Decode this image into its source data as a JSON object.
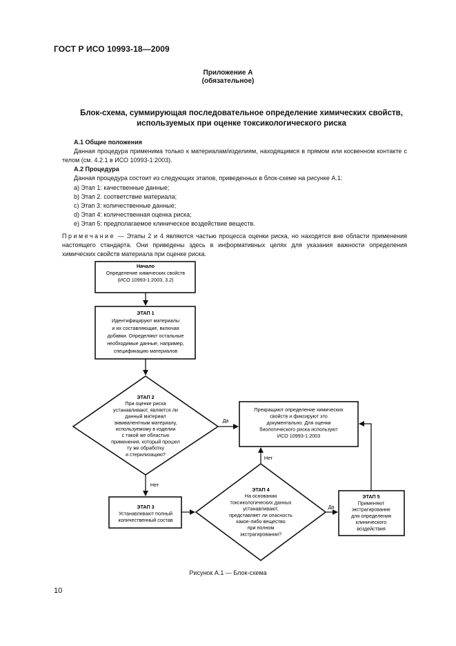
{
  "header": {
    "doc_id": "ГОСТ Р ИСО 10993-18—2009"
  },
  "annex": {
    "label": "Приложение А",
    "status": "(обязательное)"
  },
  "title": {
    "line1": "Блок-схема, суммирующая последовательное определение химических свойств,",
    "line2": "используемых при оценке токсикологического риска"
  },
  "section1": {
    "heading": "А.1  Общие положения",
    "text": "Данная процедура применима только к материалам/изделиям, находящимся в прямом или косвенном контакте с телом (см. 4.2.1 в ИСО 10993-1:2003)."
  },
  "section2": {
    "heading": "А.2  Процедура",
    "text": "Данная процедура состоит из следующих этапов, приведенных в блок-схеме на рисунке А.1:",
    "items": [
      "а)  Этап 1:  качественные данные;",
      "b)  Этап 2.  соответствие материала;",
      "с)  Этап 3:  количественные данные;",
      "d)  Этап 4:  количественная оценка риска;",
      "е)  Этап 5:  предполагаемое клиническое воздействие веществ."
    ]
  },
  "note": {
    "label": "Примечание",
    "text": " — Этапы 2 и 4 являются частью процесса оценки риска, но находятся вне области применения настоящего стандарта. Они приведены здесь в информативных целях для указания важности определения химических свойств материала при оценке риска."
  },
  "flowchart": {
    "start": [
      "Начало",
      "Определение химических свойств",
      "(ИСО 10993-1:2003, 3.2)"
    ],
    "stage1": [
      "ЭТАП 1",
      "Идентифицируют материалы",
      "и их составляющие, включая",
      "добавки. Определяют остальные",
      "необходимые данные, например,",
      "спецификацию материалов"
    ],
    "stage2": [
      "ЭТАП 2",
      "При оценке риска",
      "устанавливают, является ли",
      "данный материал",
      "эквивалентным материалу,",
      "используемому в изделии",
      "с такой же областью",
      "применения, который прошел",
      "ту же обработку",
      "и стерилизацию?"
    ],
    "stop_box": [
      "Прекращают определение химических",
      "свойств и фиксируют это",
      "документально. Для оценки",
      "биологического риска используют",
      "ИСО 10993-1:2003"
    ],
    "stage3": [
      "ЭТАП 3",
      "Устанавливают полный",
      "количественный состав"
    ],
    "stage4": [
      "ЭТАП 4",
      "На основании",
      "токсикологических данных",
      "устанавливают,",
      "представляет ли опасность",
      "какое-либо вещество",
      "при полном",
      "экстрагировании?"
    ],
    "stage5": [
      "ЭТАП 5",
      "Применяют",
      "экстрагирование",
      "для определения",
      "клинического",
      "воздействия"
    ],
    "yes_label": "Да",
    "no_label": "Нет"
  },
  "caption": "Рисунок А.1 — Блок-схема",
  "page_number": "10"
}
